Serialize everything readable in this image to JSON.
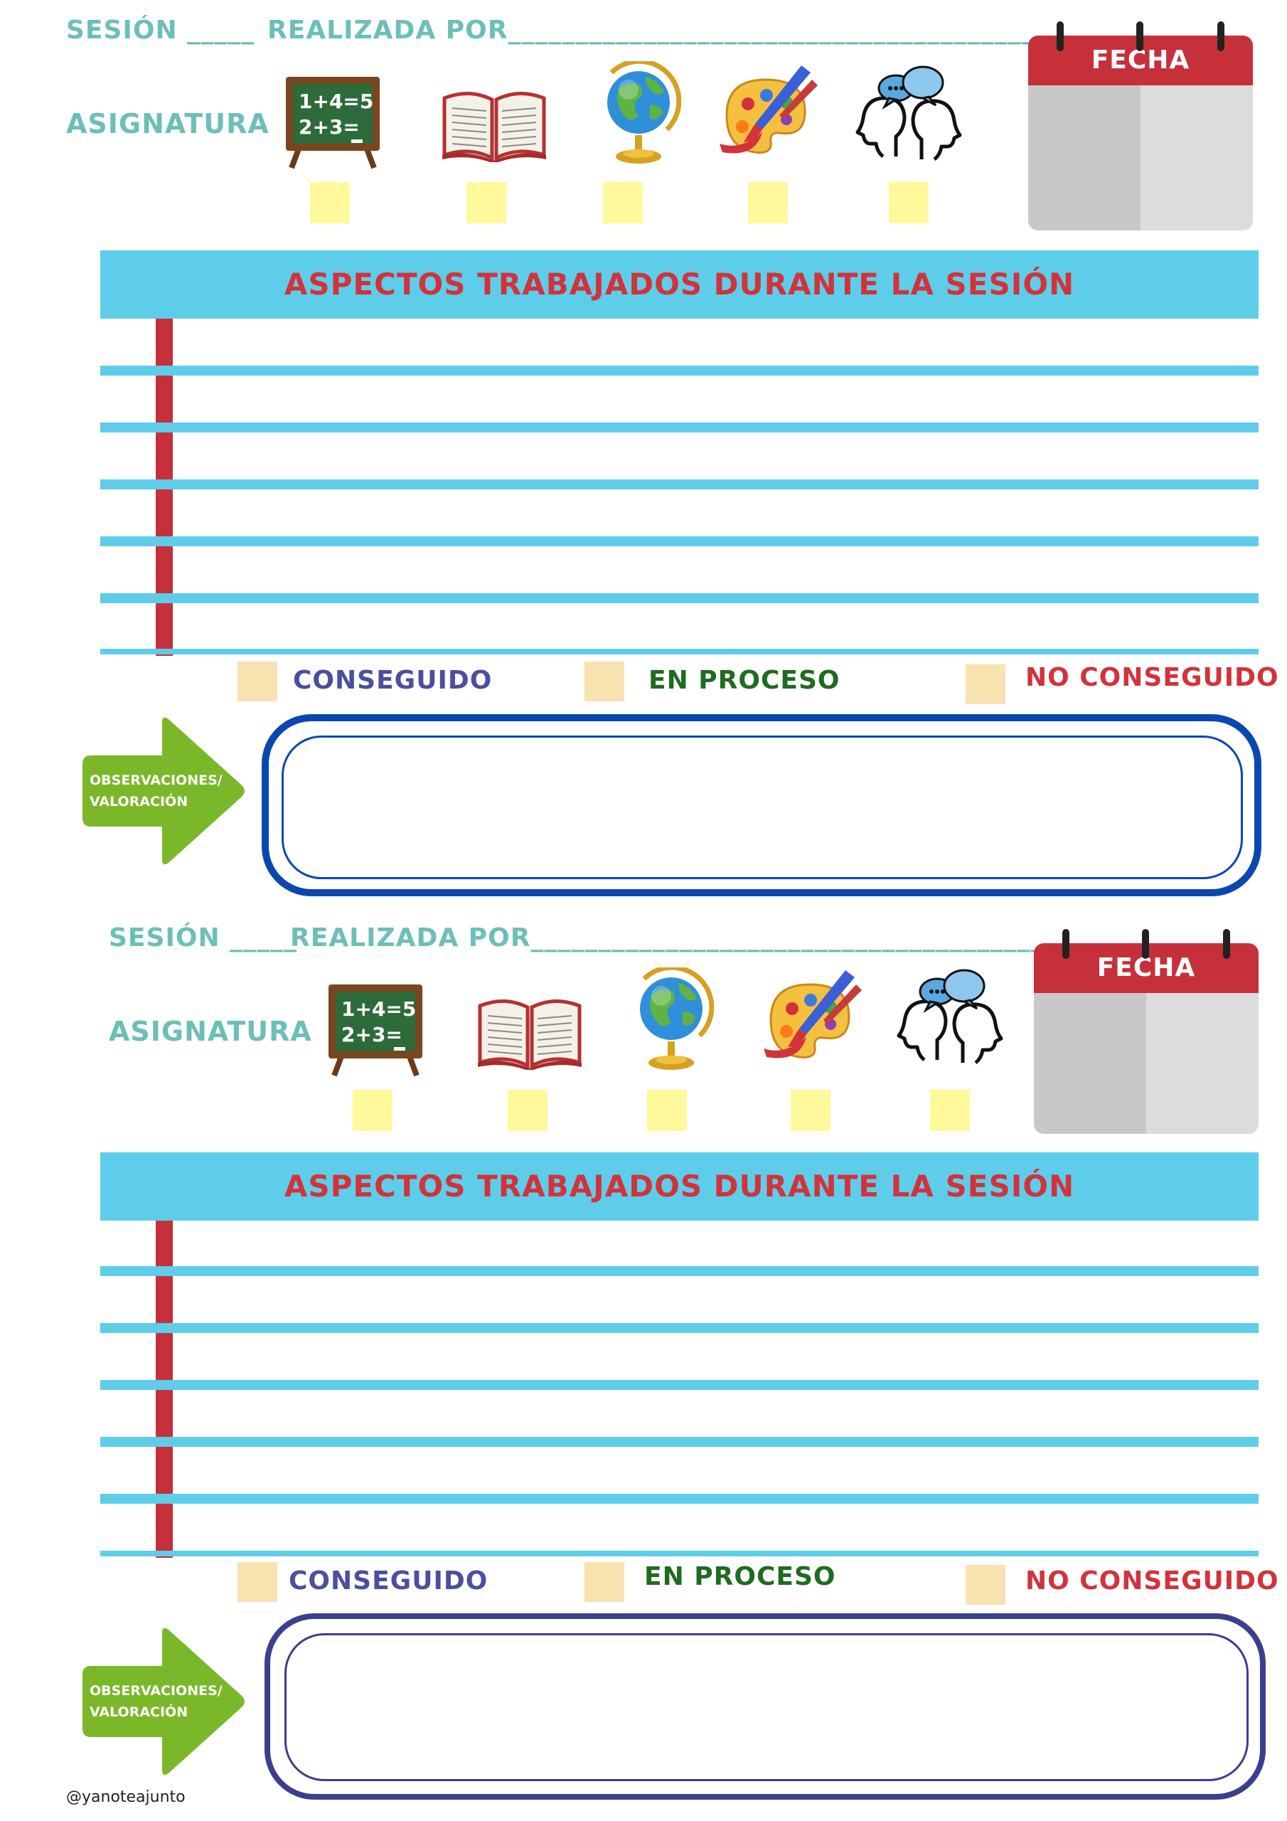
{
  "header": {
    "sesion_label": "SESIÓN _____",
    "realizada_label": "REALIZADA POR_____________________________________________",
    "asignatura_label": "ASIGNATURA",
    "fecha_label": "FECHA",
    "icons": [
      "chalkboard-icon",
      "book-icon",
      "globe-icon",
      "paint-palette-icon",
      "conversation-icon"
    ],
    "chalkboard_text": [
      "1+4=5",
      "2+3="
    ]
  },
  "section": {
    "banner_title": "ASPECTOS TRABAJADOS DURANTE LA SESIÓN",
    "statuses": {
      "done": "CONSEGUIDO",
      "in_progress": "EN PROCESO",
      "not_done": "NO CONSEGUIDO"
    },
    "observaciones_line1": "OBSERVACIONES/",
    "observaciones_line2": "VALORACIÓN"
  },
  "footer": {
    "credit": "@yanoteajunto"
  },
  "colors": {
    "teal_text": "#6cbfb7",
    "banner_blue": "#5ecde9",
    "banner_text_red": "#d2333b",
    "margin_red": "#c6303b",
    "yellow_box": "#fff99b",
    "status_box": "#f7e2b0",
    "arrow_green": "#7ab829",
    "frame_blue_top": "#0b47b0",
    "frame_blue_bottom": "#3b3f8e"
  }
}
